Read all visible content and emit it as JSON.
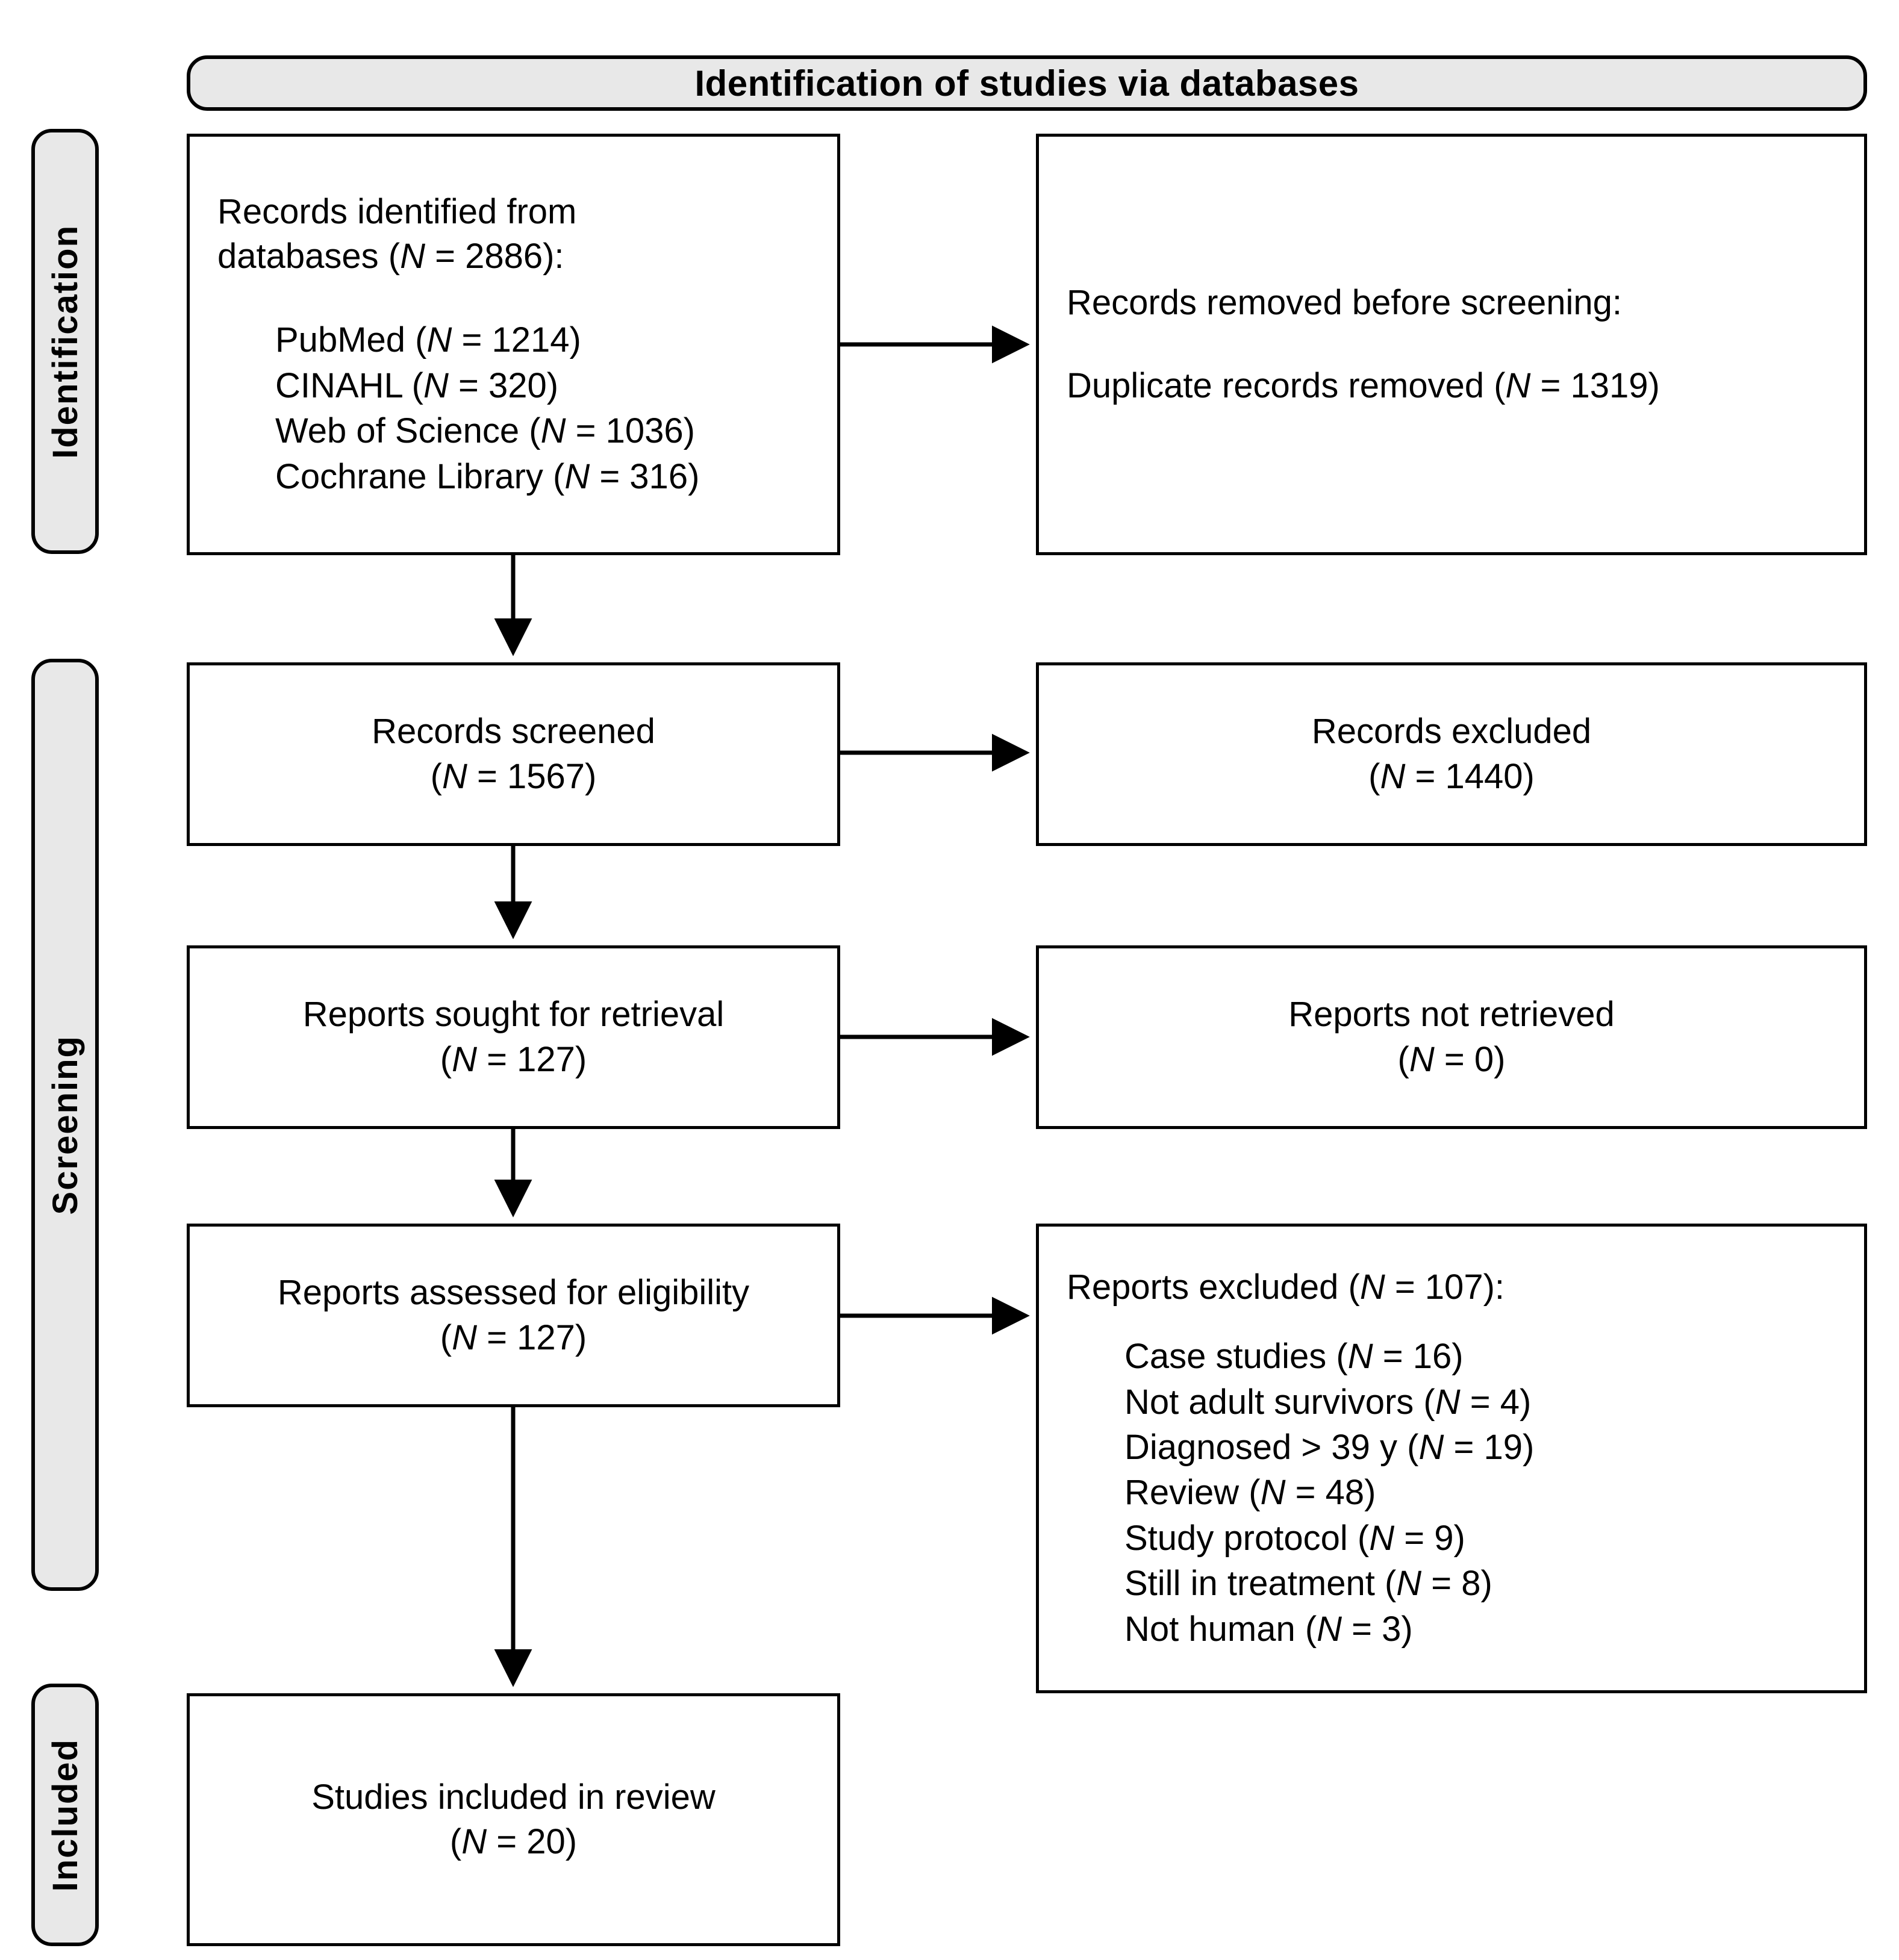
{
  "header": {
    "title": "Identification of studies via databases"
  },
  "stages": [
    {
      "label": "Identification"
    },
    {
      "label": "Screening"
    },
    {
      "label": "Included"
    }
  ],
  "boxes": {
    "identified": {
      "title_line1": "Records identified from",
      "title_line2_pre": "databases (",
      "title_n": "N",
      "title_line2_post": " = 2886):",
      "sources": [
        {
          "name": "PubMed (",
          "n": "N",
          "value": " = 1214)"
        },
        {
          "name": "CINAHL (",
          "n": "N",
          "value": " = 320)"
        },
        {
          "name": "Web of Science (",
          "n": "N",
          "value": " = 1036)"
        },
        {
          "name": "Cochrane Library (",
          "n": "N",
          "value": " = 316)"
        }
      ]
    },
    "removed": {
      "heading": "Records removed before screening:",
      "item_pre": "Duplicate records removed (",
      "item_n": "N",
      "item_post": " = 1319)"
    },
    "screened": {
      "label": "Records screened",
      "count_pre": "(",
      "count_n": "N",
      "count_post": " = 1567)"
    },
    "excluded": {
      "label": "Records excluded",
      "count_pre": "(",
      "count_n": "N",
      "count_post": " = 1440)"
    },
    "sought": {
      "label": "Reports sought for retrieval",
      "count_pre": "(",
      "count_n": "N",
      "count_post": " = 127)"
    },
    "not_retrieved": {
      "label": "Reports not retrieved",
      "count_pre": "(",
      "count_n": "N",
      "count_post": " = 0)"
    },
    "assessed": {
      "label": "Reports assessed for eligibility",
      "count_pre": "(",
      "count_n": "N",
      "count_post": " = 127)"
    },
    "reports_excluded": {
      "heading_pre": "Reports excluded (",
      "heading_n": "N",
      "heading_post": " = 107):",
      "reasons": [
        {
          "name": "Case studies (",
          "n": "N",
          "value": " = 16)"
        },
        {
          "name": "Not adult survivors (",
          "n": "N",
          "value": " = 4)"
        },
        {
          "name": "Diagnosed > 39 y (",
          "n": "N",
          "value": " = 19)"
        },
        {
          "name": "Review (",
          "n": "N",
          "value": " = 48)"
        },
        {
          "name": "Study protocol (",
          "n": "N",
          "value": " = 9)"
        },
        {
          "name": "Still in treatment (",
          "n": "N",
          "value": " = 8)"
        },
        {
          "name": "Not human (",
          "n": "N",
          "value": " = 3)"
        }
      ]
    },
    "included": {
      "label": "Studies included in review",
      "count_pre": "(",
      "count_n": "N",
      "count_post": " = 20)"
    }
  },
  "colors": {
    "band_fill": "#e8e8e8",
    "stroke": "#000000",
    "box_fill": "#ffffff"
  }
}
